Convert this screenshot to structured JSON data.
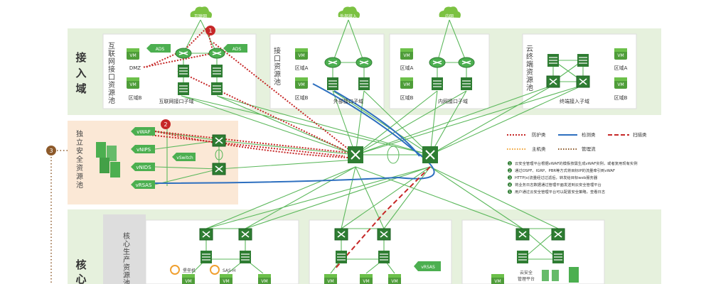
{
  "clouds": {
    "internet": "互联网",
    "external": "外部接入",
    "intranet": "内网"
  },
  "zones": {
    "access": "接入域",
    "security_pool": "独立安全资源池",
    "core": "核心"
  },
  "access_pools": {
    "internet_pool": "互联网接口资源池",
    "interface_pool": "接口资源池",
    "cloud_terminal_pool": "云终端资源池"
  },
  "subdomains": {
    "internet": "互联网接口子域",
    "external": "外部接口子域",
    "intranet": "内网接口子域",
    "terminal": "终端接入子域"
  },
  "areas": {
    "dmz": "DMZ",
    "area_a": "区域A",
    "area_b": "区域B"
  },
  "tags": {
    "ads": "ADS",
    "vm": "VM"
  },
  "security_devices": [
    "vWAF",
    "vNIPS",
    "vNIDS",
    "vRSAS"
  ],
  "vswitch": "vSwitch",
  "core": {
    "pool_label": "核心生产资源池",
    "audit": "堡垒机",
    "sas": "SAS-H",
    "vrsas": "vRSAS",
    "cloud_mgmt": "云安全管理平台"
  },
  "badges": [
    "1",
    "2",
    "3"
  ],
  "legend": {
    "protect": "防护类",
    "detect": "检测类",
    "scan": "扫描类",
    "host": "主机类",
    "manage": "管理流"
  },
  "steps": [
    "云安全管理平台根据vWAF的模板按需生成vWAF实例，或者复用现有实例",
    "通过OSPF、IGRP、PBR等方式将目标IP的流量牵引到vWAF",
    "HTTP(s)流量经过过滤后，转发给目标web服务器",
    "将业务日志数据通过管理平面发送到云安全管理平台",
    "用户通过云安全管理平台可以配置安全策略，查看日志"
  ],
  "colors": {
    "green": "#5cb85c",
    "dark_green": "#2e7d32",
    "red": "#c62828",
    "blue": "#2d6fbf",
    "orange": "#f0a030",
    "brown": "#8d5a2b",
    "zone_bg": "#e6f1dd"
  }
}
